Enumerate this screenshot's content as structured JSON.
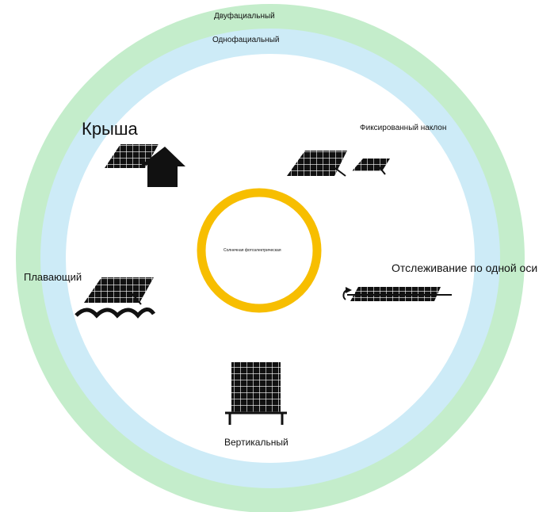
{
  "center": {
    "label": "Солнечная фотоэлектрическая",
    "ring_color": "#F7BE00"
  },
  "rings": {
    "outer": {
      "label": "Двуфациальный",
      "color": "#C4EDCB"
    },
    "inner": {
      "label": "Однофациальный",
      "color": "#CDEBF7"
    }
  },
  "segments": {
    "roof": {
      "label": "Крыша",
      "icon": "rooftop-solar-icon"
    },
    "fixed": {
      "label": "Фиксированный наклон",
      "icon": "fixed-tilt-solar-icon"
    },
    "tracking": {
      "label": "Отслеживание по одной оси",
      "icon": "single-axis-tracker-icon"
    },
    "vertical": {
      "label": "Вертикальный",
      "icon": "vertical-solar-icon"
    },
    "floating": {
      "label": "Плавающий",
      "icon": "floating-solar-icon"
    }
  }
}
